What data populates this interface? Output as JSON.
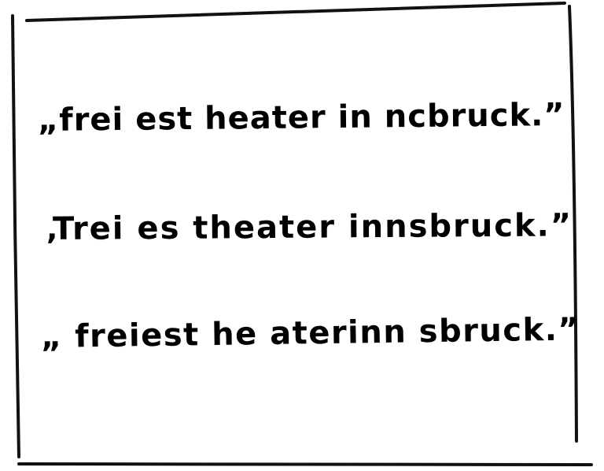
{
  "note_lines": [
    "„frei est heater in ncbruck.”",
    "‚Trei es theater innsbruck.”",
    "„ freiest he aterinn sbruck.”"
  ]
}
